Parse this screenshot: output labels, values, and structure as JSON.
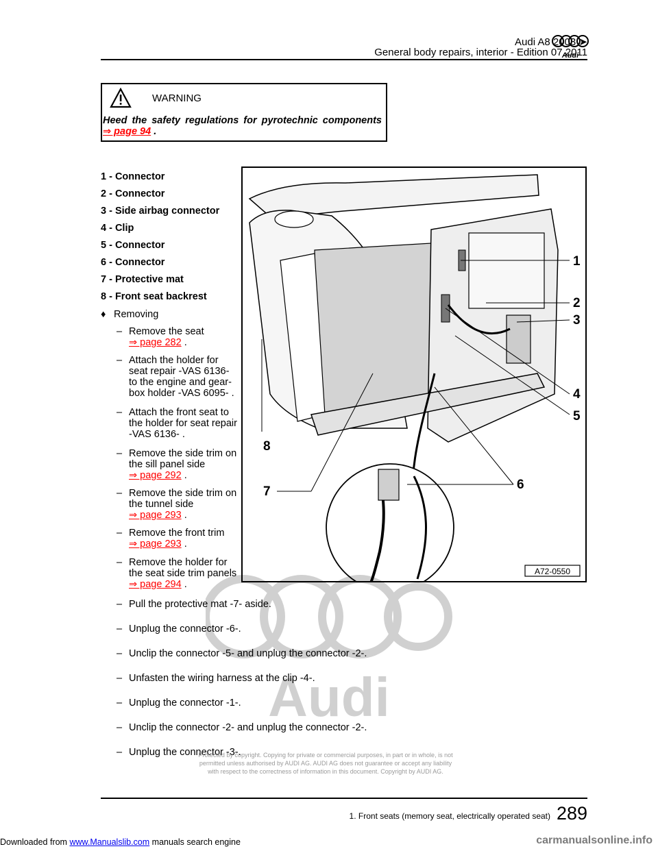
{
  "header": {
    "model": "Audi A8 2003",
    "arrow": "➤",
    "edition": "General body repairs, interior - Edition 07.2011",
    "brand_text": "Audi"
  },
  "warning": {
    "title": "WARNING",
    "text": "Heed the safety regulations for pyrotechnic components",
    "link": "⇒ page 94",
    "suffix": "."
  },
  "legend": [
    "1 - Connector",
    "2 - Connector",
    "3 - Side airbag connector",
    "4 - Clip",
    "5 - Connector",
    "6 - Connector",
    "7 - Protective mat",
    "8 - Front seat backrest"
  ],
  "removing_label": "Removing",
  "bullet": "♦",
  "dash": "–",
  "steps_narrow": [
    {
      "lines": [
        "Remove the seat"
      ],
      "link": "⇒ page 282",
      "suffix": "."
    },
    {
      "lines": [
        "Attach the holder for",
        "seat repair -VAS 6136-",
        "to the engine and gear-",
        "box holder -VAS 6095- ."
      ]
    },
    {
      "lines": [
        "Attach the front seat to",
        "the holder for seat repair",
        "-VAS 6136- ."
      ]
    },
    {
      "lines": [
        "Remove the side trim on",
        "the sill panel side"
      ],
      "link": "⇒ page 292",
      "suffix": "."
    },
    {
      "lines": [
        "Remove the side trim on",
        "the tunnel side"
      ],
      "link": "⇒ page 293",
      "suffix": "."
    },
    {
      "lines": [
        "Remove the front trim"
      ],
      "link": "⇒ page 293",
      "suffix": "."
    },
    {
      "lines": [
        "Remove the holder for",
        "the seat side trim panels"
      ],
      "link": "⇒ page 294",
      "suffix": "."
    }
  ],
  "steps_wide": [
    "Pull the protective mat -7- aside.",
    "Unplug the connector -6-.",
    "Unclip the connector -5- and unplug the connector -2-.",
    "Unfasten the wiring harness at the clip -4-.",
    "Unplug the connector -1-.",
    "Unclip the connector -2- and unplug the connector -2-.",
    "Unplug the connector -3-."
  ],
  "figure": {
    "code": "A72-0550",
    "callouts": [
      "1",
      "2",
      "3",
      "4",
      "5",
      "6",
      "7",
      "8"
    ]
  },
  "copyright": [
    "Protected by copyright. Copying for private or commercial purposes, in part or in whole, is not",
    "permitted unless authorised by AUDI AG. AUDI AG does not guarantee or accept any liability",
    "with respect to the correctness of information in this document. Copyright by AUDI AG."
  ],
  "footer": {
    "section": "1. Front seats (memory seat, electrically operated seat)",
    "page": "289"
  },
  "download_line": {
    "prefix": "Downloaded from",
    "site": "www.Manualslib.com",
    "suffix": "manuals search engine"
  },
  "watermark_site": "carmanualsonline.info"
}
